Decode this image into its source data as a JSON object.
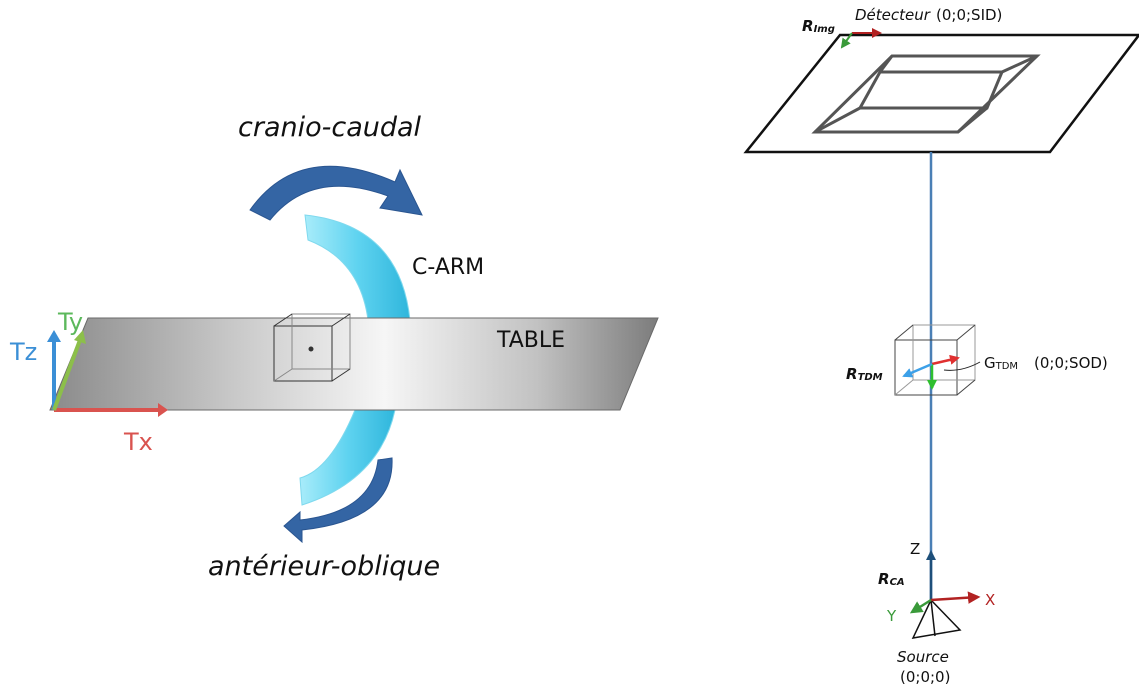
{
  "left_figure": {
    "rotation_top_label": "cranio-caudal",
    "rotation_bottom_label": "antérieur-oblique",
    "carm_label": "C-ARM",
    "table_label": "TABLE",
    "axes": {
      "x": {
        "label": "Tx",
        "color": "#d9534f"
      },
      "y": {
        "label": "Ty",
        "color": "#5cb85c"
      },
      "z": {
        "label": "Tz",
        "color": "#3b8fd6"
      }
    }
  },
  "right_figure": {
    "detector": {
      "label": "Détecteur",
      "coords": "(0;0;SID)",
      "frame_main": "R",
      "frame_sub": "Img"
    },
    "volume": {
      "frame_main": "R",
      "frame_sub": "TDM",
      "center_main": "G",
      "center_sub": "TDM",
      "center_coords": "(0;0;SOD)"
    },
    "source": {
      "label": "Source",
      "coords": "(0;0;0)",
      "frame_main": "R",
      "frame_sub": "CA"
    },
    "axes": {
      "x": "X",
      "y": "Y",
      "z": "Z"
    }
  },
  "colors": {
    "red": "#b22222",
    "green": "#3a9a3a",
    "blue": "#3b8fd6",
    "beam": "#4a7fb5",
    "carm": "#5fd3f0",
    "arrow": "#3465a4"
  }
}
